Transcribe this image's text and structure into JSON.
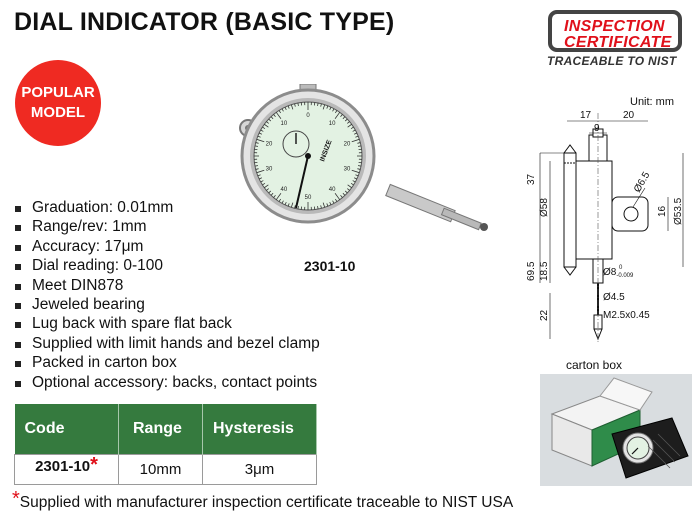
{
  "title": "DIAL INDICATOR (BASIC TYPE)",
  "certificate": {
    "line1": "INSPECTION",
    "line2": "CERTIFICATE",
    "subtitle": "TRACEABLE TO NIST",
    "color": "#e0101a"
  },
  "badge": {
    "line1": "POPULAR",
    "line2": "MODEL",
    "color": "#ef2a22"
  },
  "product": {
    "model": "2301-10",
    "brand_on_dial": "INSIZE",
    "dial_numbers": [
      "0",
      "10",
      "20",
      "30",
      "40",
      "50",
      "40",
      "30",
      "20",
      "10"
    ]
  },
  "features": [
    "Graduation: 0.01mm",
    "Range/rev: 1mm",
    "Accuracy: 17μm",
    "Dial reading: 0-100",
    "Meet DIN878",
    "Jeweled bearing",
    "Lug back with spare flat back",
    "Supplied with limit hands and bezel clamp",
    "Packed in carton box",
    "Optional accessory: backs, contact points"
  ],
  "drawing": {
    "unit": "Unit: mm",
    "dims": {
      "d17": "17",
      "d20": "20",
      "d9": "9",
      "d37": "37",
      "d58": "Ø58",
      "d6_5": "Ø6.5",
      "d16": "16",
      "d53_5": "Ø53.5",
      "d69_5": "69.5",
      "d18_5": "18.5",
      "d8": "Ø8",
      "d8_tol_upper": "0",
      "d8_tol_lower": "-0.009",
      "d4_5": "Ø4.5",
      "d22": "22",
      "m2_5": "M2.5x0.45"
    }
  },
  "table": {
    "headers": {
      "code": "Code",
      "range": "Range",
      "hysteresis": "Hysteresis"
    },
    "rows": [
      {
        "code": "2301-10",
        "star": "*",
        "range": "10mm",
        "hysteresis": "3μm"
      }
    ],
    "header_color": "#357a3e"
  },
  "footnote": {
    "star": "*",
    "text": "Supplied with manufacturer inspection certificate traceable to NIST USA"
  },
  "carton": {
    "label": "carton box"
  }
}
